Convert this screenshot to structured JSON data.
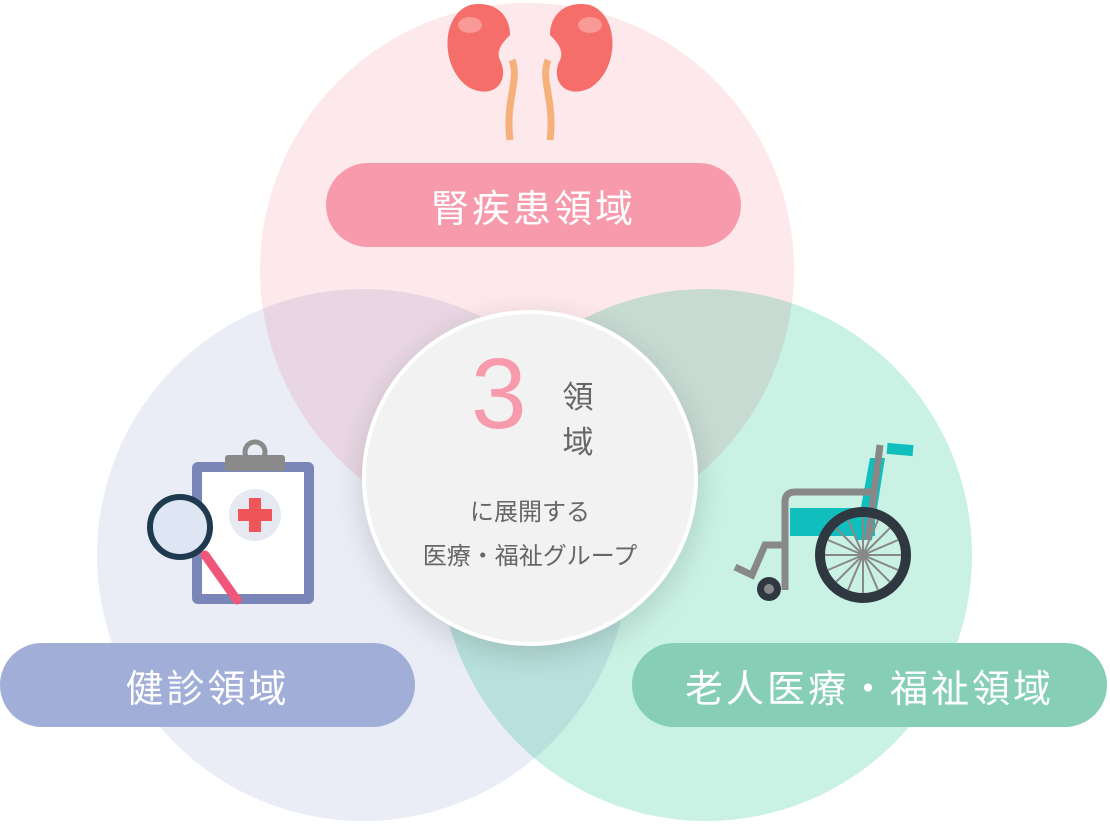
{
  "domains": {
    "kidney": {
      "label": "腎疾患領域",
      "color": "#f79aab",
      "icon": "kidney-icon"
    },
    "checkup": {
      "label": "健診領域",
      "color": "#a1afd8",
      "icon": "clipboard-magnifier-icon"
    },
    "elderly": {
      "label": "老人医療・福祉領域",
      "color": "#86cfb6",
      "icon": "wheelchair-icon"
    }
  },
  "center": {
    "number": "3",
    "unit_line1": "領",
    "unit_line2": "域",
    "line1": "に展開する",
    "line2": "医療・福祉グループ"
  }
}
